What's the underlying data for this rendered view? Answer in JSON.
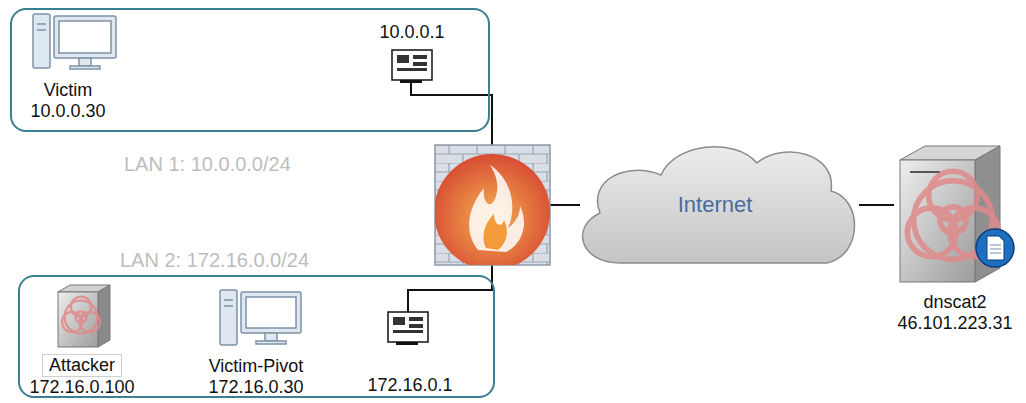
{
  "diagram": {
    "nodes": [
      {
        "text": [
          "LAN 1: 10.0.0.0/24"
        ]
      },
      {
        "text": [
          "Victim",
          "10.0.0.30"
        ],
        "in": 0
      },
      {
        "text": [
          "10.0.0.1"
        ],
        "in": 0
      },
      {
        "text": [
          "Internet"
        ]
      },
      {
        "text": [
          "dnscat2",
          "46.101.223.31"
        ]
      },
      {
        "text": [
          "LAN 2: 172.16.0.0/24"
        ]
      },
      {
        "text": [
          "Attacker",
          "172.16.0.100"
        ],
        "in": 5
      },
      {
        "text": [
          "Victim-Pivot",
          "172.16.0.30"
        ],
        "in": 5
      },
      {
        "text": [
          "172.16.0.1"
        ],
        "in": 5
      }
    ],
    "edges": [
      {
        "from": 3,
        "to": 4,
        "arrow": "none"
      }
    ]
  }
}
